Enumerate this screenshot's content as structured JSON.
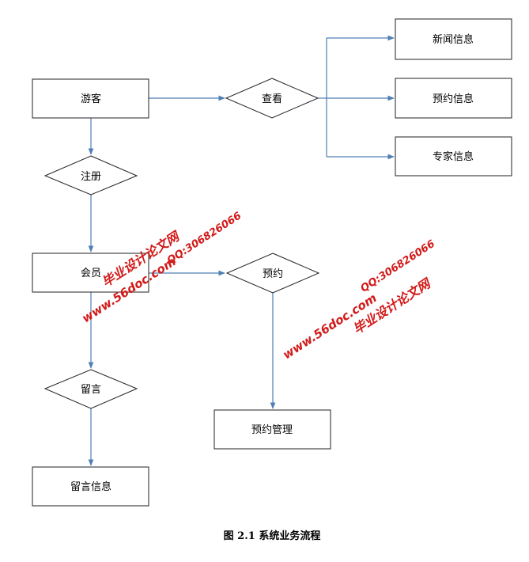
{
  "diagram": {
    "nodes": {
      "visitor": "游客",
      "view": "查看",
      "news_info": "新闻信息",
      "reservation_info": "预约信息",
      "expert_info": "专家信息",
      "register": "注册",
      "member": "会员",
      "reserve": "预约",
      "reservation_management": "预约管理",
      "message": "留言",
      "message_info": "留言信息"
    },
    "caption": "图 2.1 系统业务流程",
    "line_color": "#4f7fb5"
  },
  "watermark": {
    "site_name": "毕业设计论文网",
    "url": "www.56doc.com",
    "qq": "QQ:306826066",
    "color": "#d21a1a"
  }
}
